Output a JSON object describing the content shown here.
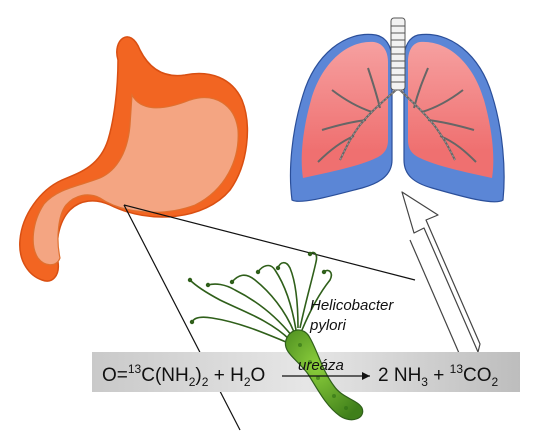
{
  "labels": {
    "bacterium_line1": "Helicobacter",
    "bacterium_line2": "pylori"
  },
  "equation": {
    "lhs_prefix": "O=",
    "isotope_13_a": "13",
    "lhs_c": "C(NH",
    "sub_2_a": "2",
    "lhs_close": ")",
    "sub_2_b": "2",
    "lhs_plus_h": " + H",
    "sub_2_c": "2",
    "lhs_o": "O",
    "enzyme": "ureáza",
    "rhs_nh": "2 NH",
    "sub_3": "3",
    "rhs_plus": " + ",
    "isotope_13_b": "13",
    "rhs_co": "CO",
    "sub_2_d": "2"
  },
  "colors": {
    "stomach_outer": "#f26522",
    "stomach_inner": "#f4a582",
    "lung_blue": "#5b86d6",
    "lung_red": "#f27b7b",
    "bacterium_body": "#4a8f1f",
    "flagella": "#2f5f1a",
    "equation_bar": "#d9d9d9"
  },
  "icons": {
    "stomach": "stomach-icon",
    "lungs": "lungs-icon",
    "bacterium": "bacterium-icon",
    "arrow": "flow-arrow-icon"
  }
}
